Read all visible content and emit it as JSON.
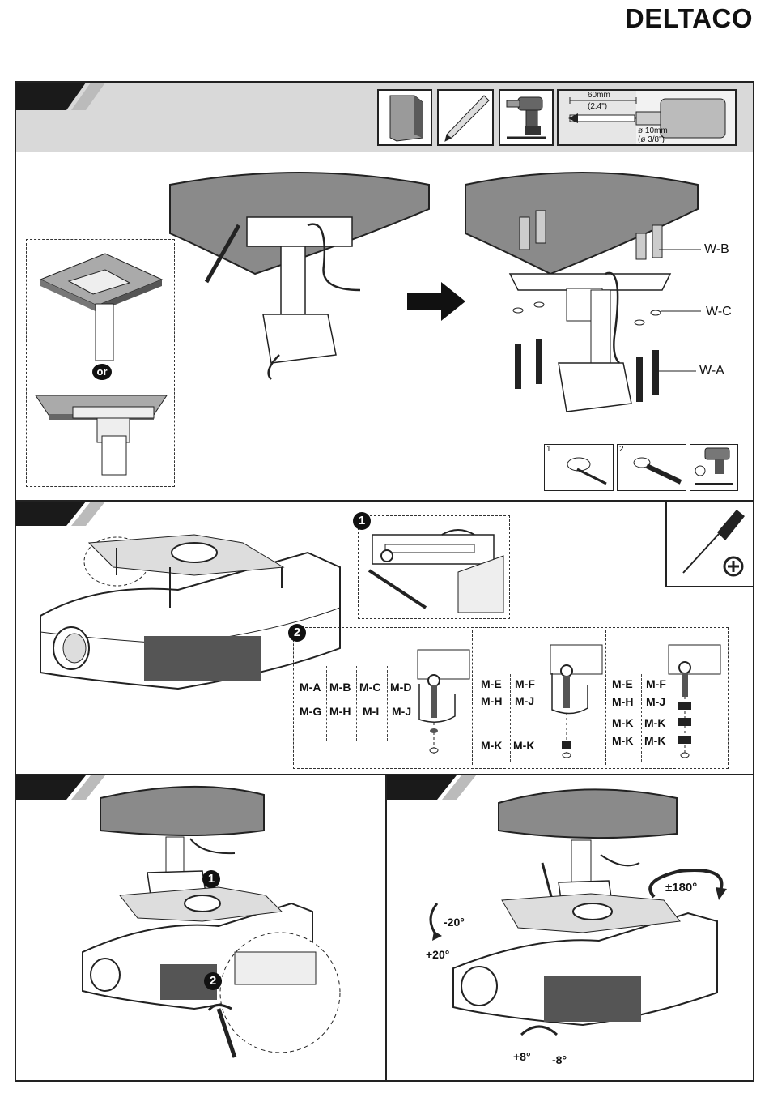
{
  "brand": "DELTACO",
  "step1": {
    "tools": {
      "depth_label": "60mm",
      "depth_inch": "(2.4\")",
      "diameter_label": "ø 10mm",
      "diameter_inch": "(ø 3/8\")"
    },
    "or_label": "or",
    "parts": [
      "W-B",
      "W-C",
      "W-A"
    ],
    "inset_numbers": [
      "1",
      "2"
    ]
  },
  "step2": {
    "circle_1": "1",
    "circle_2": "2",
    "group1": {
      "row1": [
        "M-A",
        "M-B",
        "M-C",
        "M-D"
      ],
      "row2": [
        "M-G",
        "M-H",
        "M-I",
        "M-J"
      ]
    },
    "group2": {
      "row1": [
        "M-E",
        "M-F"
      ],
      "row2": [
        "M-H",
        "M-J"
      ],
      "row3": [
        "M-K",
        "M-K"
      ]
    },
    "group3": {
      "row1": [
        "M-E",
        "M-F"
      ],
      "row2": [
        "M-H",
        "M-J"
      ],
      "row3": [
        "M-K",
        "M-K"
      ],
      "row4": [
        "M-K",
        "M-K"
      ]
    }
  },
  "step3": {
    "circle_1": "1",
    "circle_2": "2"
  },
  "step4": {
    "rotation": "±180°",
    "tilt_up": "-20°",
    "tilt_down": "+20°",
    "level_left": "+8°",
    "level_right": "-8°"
  }
}
